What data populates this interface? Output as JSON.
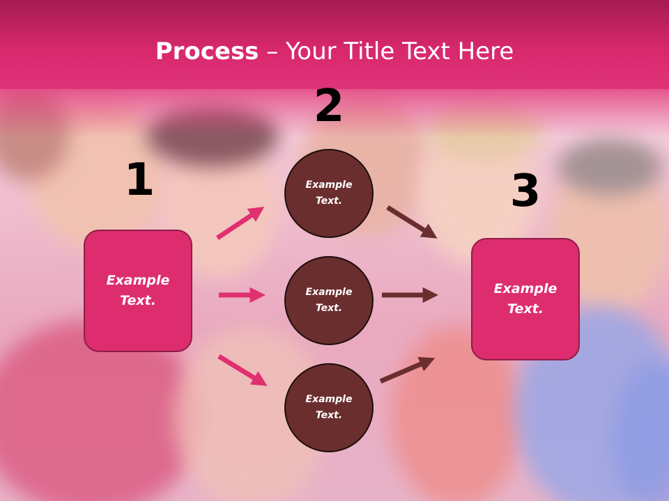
{
  "title": {
    "bold_part": "Process",
    "rest": " – Your Title Text Here"
  },
  "steps": {
    "one": {
      "number": "1",
      "text": "Example\nText."
    },
    "two": {
      "number": "2",
      "items": [
        {
          "text": "Example\nText."
        },
        {
          "text": "Example\nText."
        },
        {
          "text": "Example\nText."
        }
      ]
    },
    "three": {
      "number": "3",
      "text": "Example\nText."
    }
  },
  "colors": {
    "header": "#d8286d",
    "pink_box": "#dd2d6e",
    "circle": "#6b2e2e",
    "pink_arrow": "#e0306f",
    "brown_arrow": "#6b2e2e"
  }
}
